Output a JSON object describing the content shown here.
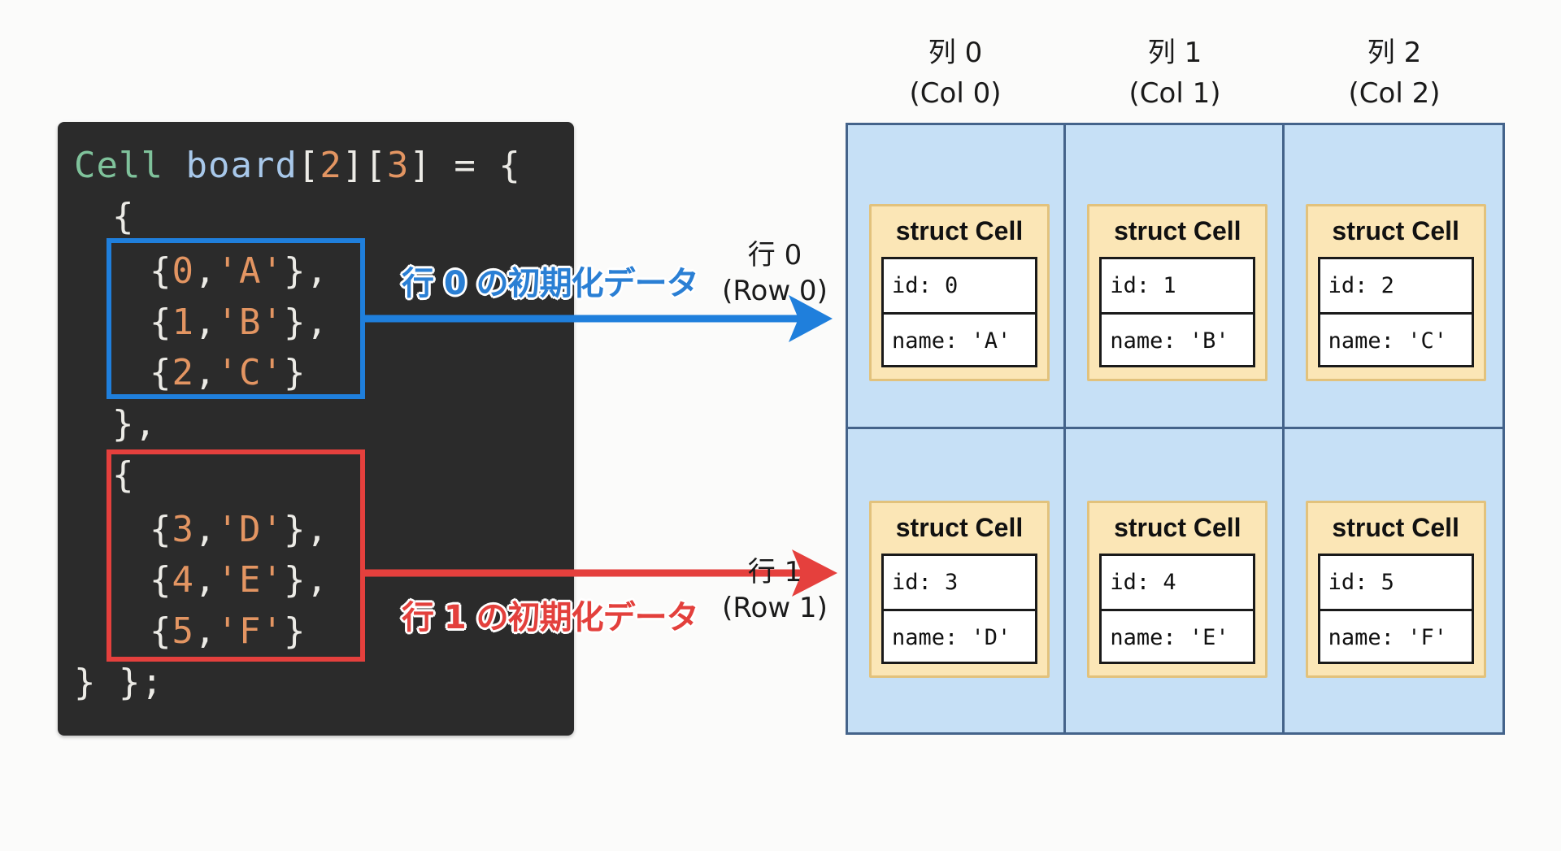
{
  "code": {
    "declaration": {
      "type": "Cell",
      "name": "board",
      "lb1": "[",
      "dim1": "2",
      "rb1": "]",
      "lb2": "[",
      "dim2": "3",
      "rb2": "]",
      "assign": " = {"
    },
    "row0_open": "{",
    "row0_items": [
      {
        "open": "{",
        "id": "0",
        "sep": ",",
        "name": "'A'",
        "close": "},"
      },
      {
        "open": "{",
        "id": "1",
        "sep": ",",
        "name": "'B'",
        "close": "},"
      },
      {
        "open": "{",
        "id": "2",
        "sep": ",",
        "name": "'C'",
        "close": "}"
      }
    ],
    "row0_close": "},",
    "row1_open": "{",
    "row1_items": [
      {
        "open": "{",
        "id": "3",
        "sep": ",",
        "name": "'D'",
        "close": "},"
      },
      {
        "open": "{",
        "id": "4",
        "sep": ",",
        "name": "'E'",
        "close": "},"
      },
      {
        "open": "{",
        "id": "5",
        "sep": ",",
        "name": "'F'",
        "close": "}"
      }
    ],
    "end": "} };"
  },
  "annotations": {
    "row0_init": "行 0 の初期化データ",
    "row1_init": "行 1 の初期化データ"
  },
  "row_labels": [
    {
      "ja": "行 0",
      "en": "(Row 0)"
    },
    {
      "ja": "行 1",
      "en": "(Row 1)"
    }
  ],
  "col_labels": [
    {
      "ja": "列 0",
      "en": "(Col 0)"
    },
    {
      "ja": "列 1",
      "en": "(Col 1)"
    },
    {
      "ja": "列 2",
      "en": "(Col 2)"
    }
  ],
  "struct_title": "struct Cell",
  "cells": [
    [
      {
        "id": "id: 0",
        "name": "name: 'A'"
      },
      {
        "id": "id: 1",
        "name": "name: 'B'"
      },
      {
        "id": "id: 2",
        "name": "name: 'C'"
      }
    ],
    [
      {
        "id": "id: 3",
        "name": "name: 'D'"
      },
      {
        "id": "id: 4",
        "name": "name: 'E'"
      },
      {
        "id": "id: 5",
        "name": "name: 'F'"
      }
    ]
  ],
  "colors": {
    "row0_accent": "#1f7fdc",
    "row1_accent": "#e5403d",
    "grid_fill": "#c6e0f6",
    "card_fill": "#fbe6b6",
    "code_bg": "#2b2b2b"
  }
}
